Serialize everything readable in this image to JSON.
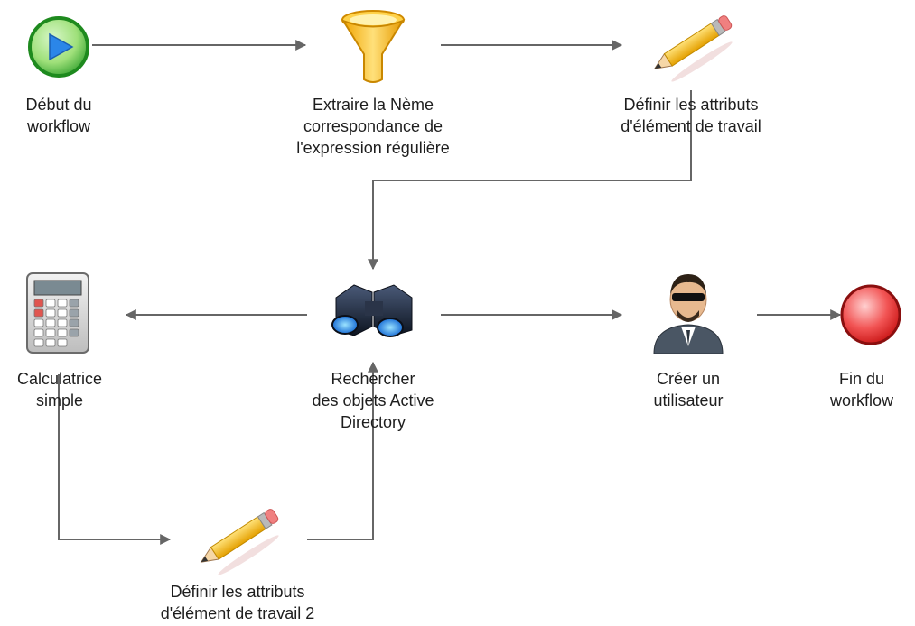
{
  "workflow": {
    "nodes": [
      {
        "id": "start",
        "label": "Début du\nworkflow",
        "icon": "play-start-icon"
      },
      {
        "id": "extract",
        "label": "Extraire la Nème\ncorrespondance de\nl'expression régulière",
        "icon": "funnel-icon"
      },
      {
        "id": "set-attr-1",
        "label": "Définir les attributs\nd'élément de travail",
        "icon": "pencil-icon"
      },
      {
        "id": "calculator",
        "label": "Calculatrice\nsimple",
        "icon": "calculator-icon"
      },
      {
        "id": "search-ad",
        "label": "Rechercher\ndes objets Active\nDirectory",
        "icon": "binoculars-icon"
      },
      {
        "id": "create-user",
        "label": "Créer un\nutilisateur",
        "icon": "user-agent-icon"
      },
      {
        "id": "end",
        "label": "Fin du\nworkflow",
        "icon": "stop-end-icon"
      },
      {
        "id": "set-attr-2",
        "label": "Définir les attributs\nd'élément de travail 2",
        "icon": "pencil-icon"
      }
    ],
    "connections": [
      {
        "from": "start",
        "to": "extract"
      },
      {
        "from": "extract",
        "to": "set-attr-1"
      },
      {
        "from": "set-attr-1",
        "to": "search-ad"
      },
      {
        "from": "search-ad",
        "to": "calculator"
      },
      {
        "from": "search-ad",
        "to": "create-user"
      },
      {
        "from": "create-user",
        "to": "end"
      },
      {
        "from": "calculator",
        "to": "set-attr-2"
      },
      {
        "from": "set-attr-2",
        "to": "search-ad"
      }
    ],
    "colors": {
      "connector": "#666666",
      "start": "#2fa62f",
      "end": "#dd1f1f",
      "label": "#1e1e1e"
    }
  }
}
